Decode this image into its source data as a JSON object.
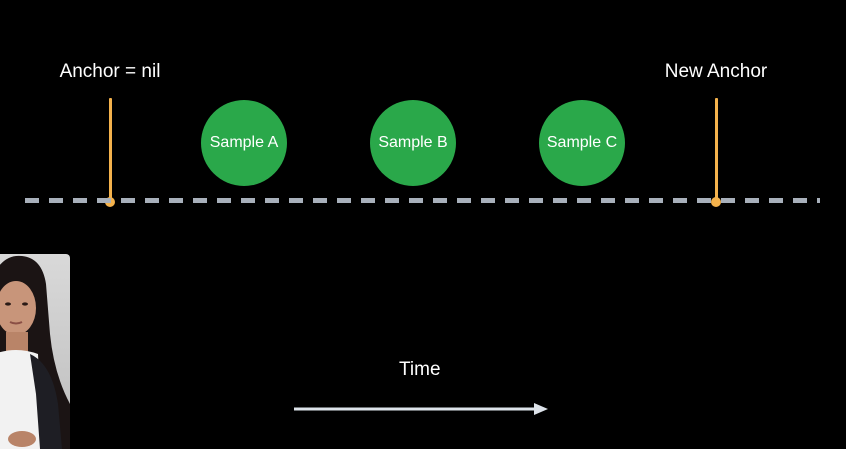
{
  "anchors": {
    "start_label": "Anchor = nil",
    "end_label": "New Anchor"
  },
  "samples": [
    "Sample A",
    "Sample B",
    "Sample C"
  ],
  "time_label": "Time",
  "colors": {
    "background": "#000000",
    "anchor": "#f4b24c",
    "sample": "#2aa84a",
    "timeline": "#a8b0bb",
    "arrow": "#dde3ea",
    "text": "#ffffff"
  }
}
